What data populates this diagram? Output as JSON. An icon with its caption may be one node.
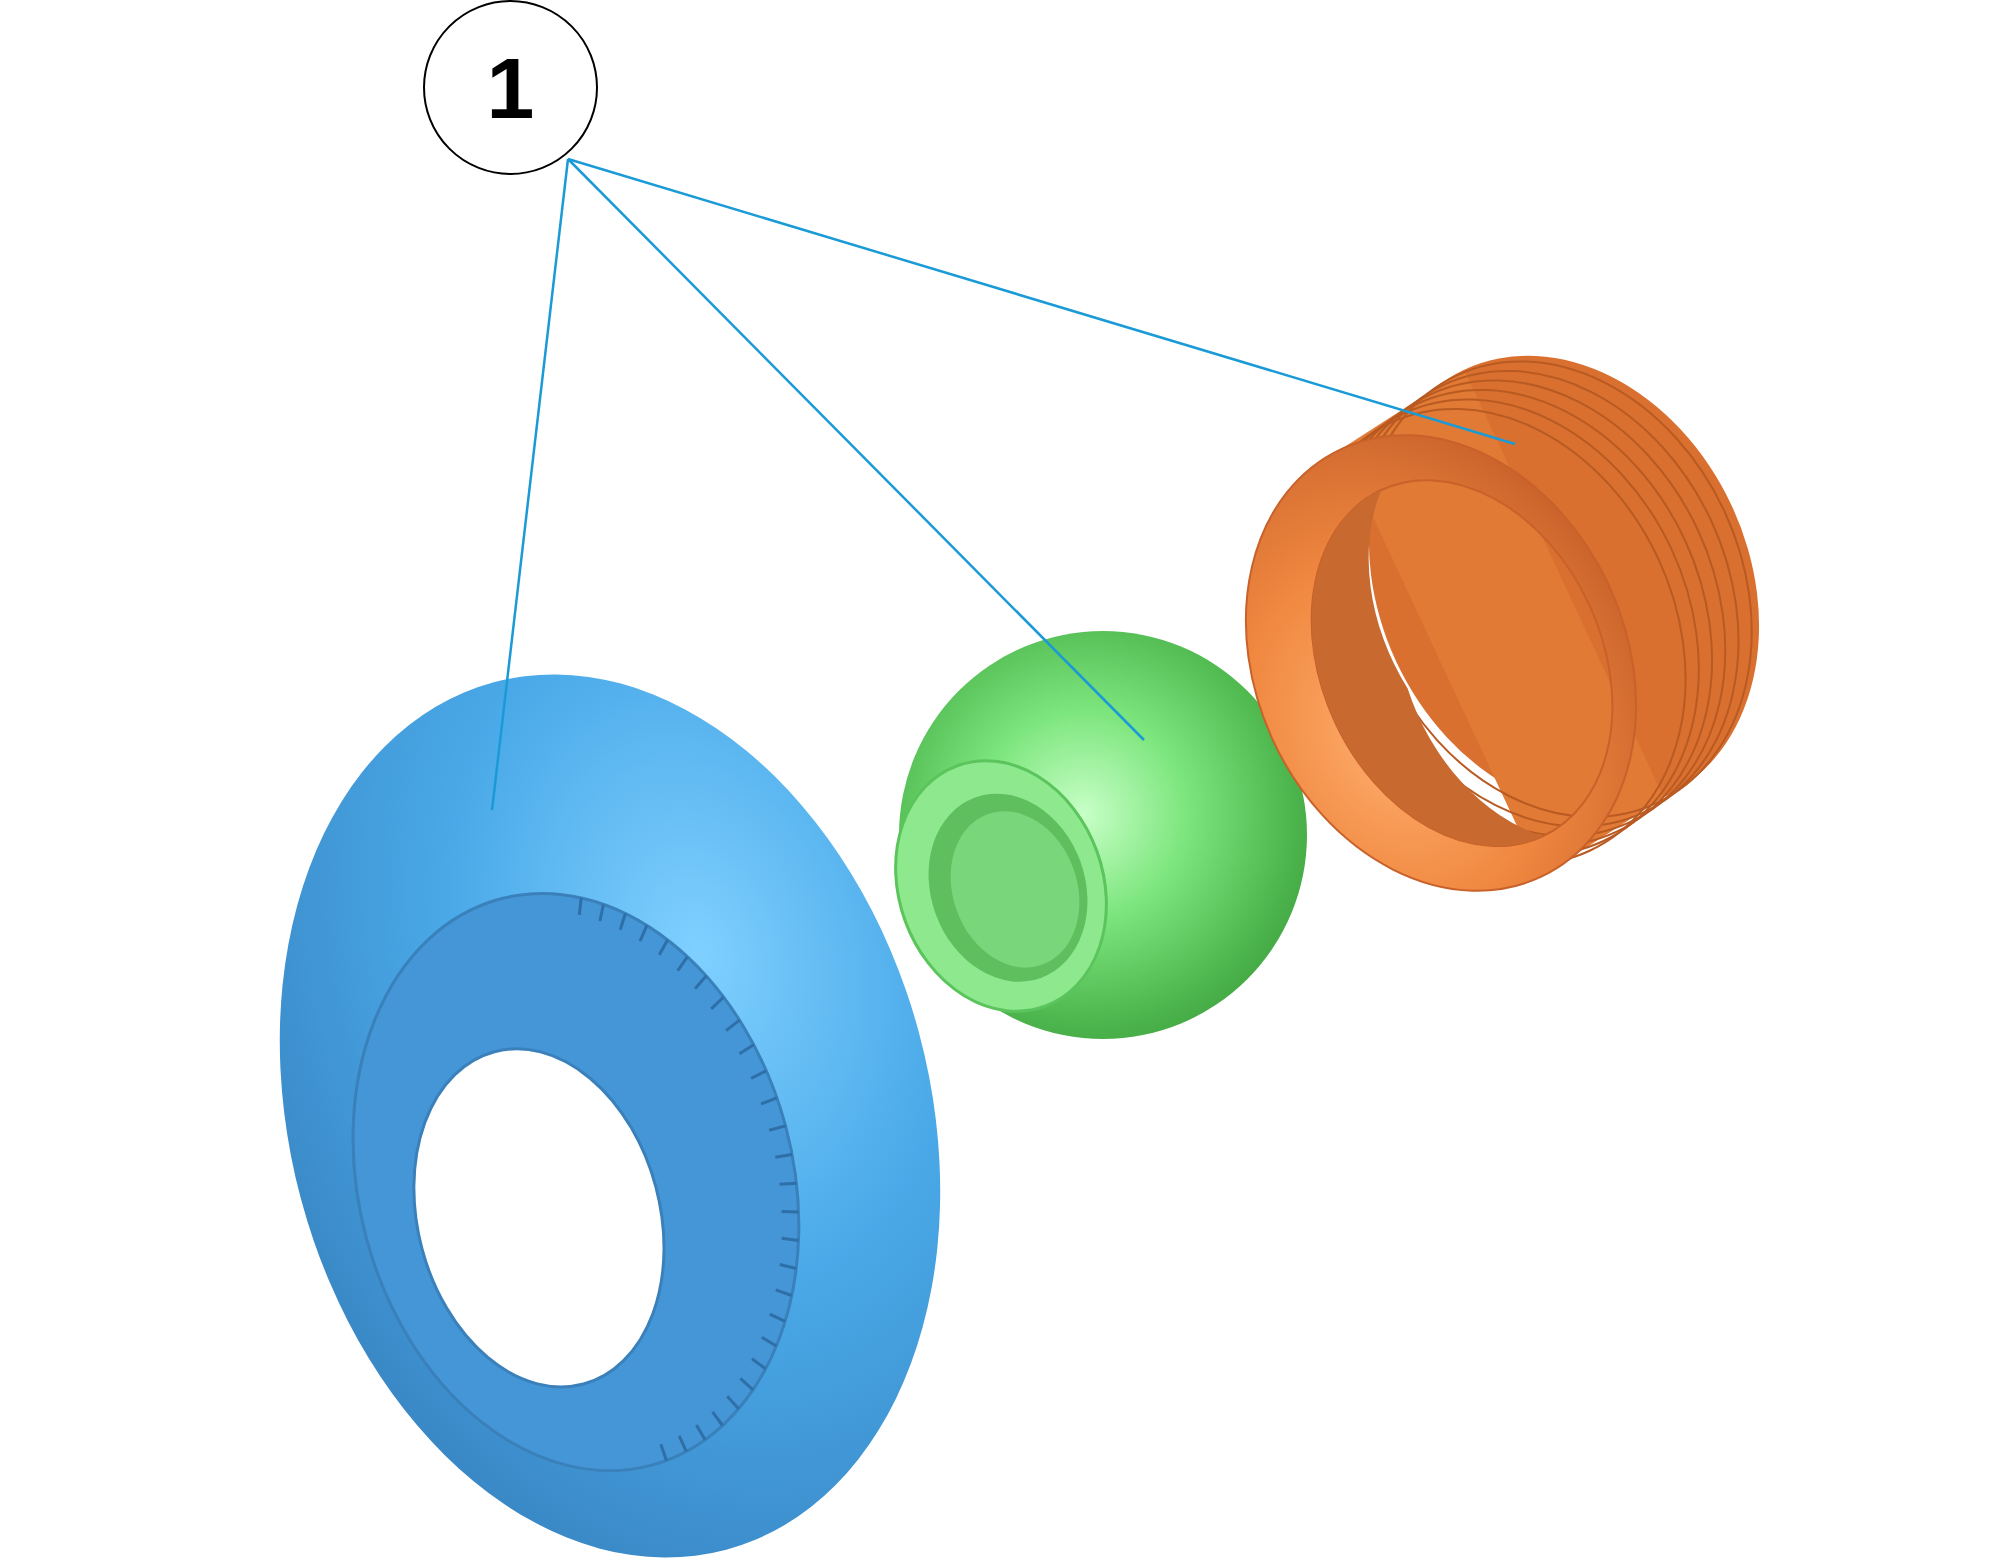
{
  "diagram": {
    "nodes": [
      {
        "text": [
          "1"
        ]
      },
      {
        "text": [],
        "shape": "picture"
      },
      {
        "text": [],
        "shape": "picture"
      },
      {
        "text": [],
        "shape": "picture"
      }
    ],
    "edges": [
      {
        "from": 0,
        "to": 1,
        "arrow": "none",
        "color": "#1a9ad6"
      },
      {
        "from": 0,
        "to": 2,
        "arrow": "none",
        "color": "#1a9ad6"
      },
      {
        "from": 0,
        "to": 3,
        "arrow": "none",
        "color": "#1a9ad6"
      }
    ]
  }
}
